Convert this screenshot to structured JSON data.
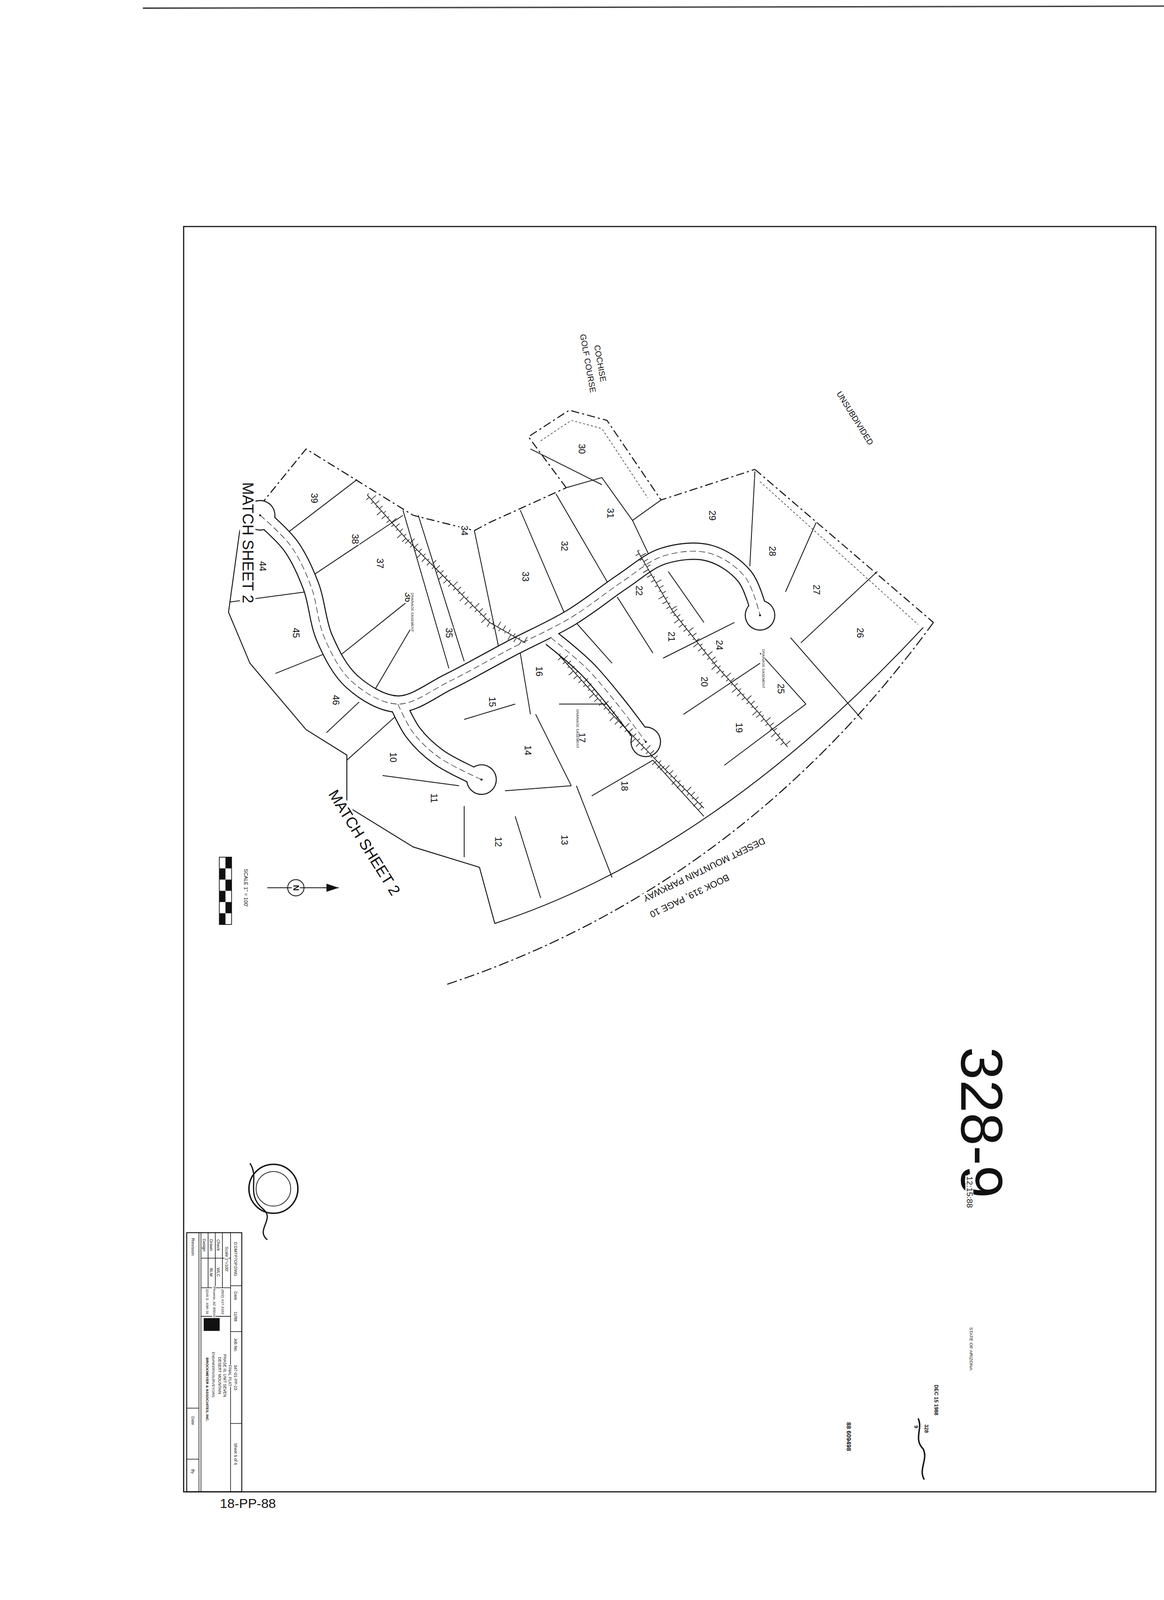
{
  "diagram": {
    "labels": [
      "328-9",
      "12:15:88",
      "COCHISE",
      "GOLF COURSE",
      "UNSUBDIVIDED",
      "MATCH SHEET 2",
      "MATCH SHEET 2",
      "DESERT MOUNTAIN PARKWAY",
      "BOOK 319, PAGE 10",
      "10",
      "11",
      "12",
      "13",
      "14",
      "15",
      "16",
      "17",
      "18",
      "19",
      "20",
      "21",
      "22",
      "24",
      "25",
      "26",
      "27",
      "28",
      "29",
      "30",
      "31",
      "32",
      "33",
      "34",
      "35",
      "36",
      "37",
      "38",
      "39",
      "44",
      "45",
      "46",
      "DRAINAGE EASEMENT",
      "DRAINAGE EASEMENT",
      "DRAINAGE EASEMENT",
      "SCALE 1\" = 100'",
      "N",
      "Revision",
      "Date",
      "By",
      "Design",
      "Drawn",
      "BLM",
      "Check",
      "WLC",
      "Scale 1\"=100'",
      "D:DMTP7OP.DWG",
      "Date",
      "11/88",
      "Job No.",
      "347-01-PP-23",
      "Sheet 5 of 6",
      "3246 S. 40th St.",
      "Phoenix, AZ 85040",
      "(602) 437-3333",
      "BROCKMEYER & ASSOCIATES, INC.",
      "ENGINEERS/SURVEYORS",
      "DESERT MOUNTAIN",
      "PHASE III, UNIT SEVEN",
      "FINAL PLAT",
      "STATE OF ARIZONA",
      "DEC 15 1988",
      "328",
      "9",
      "88 609498",
      "18-PP-88"
    ]
  }
}
